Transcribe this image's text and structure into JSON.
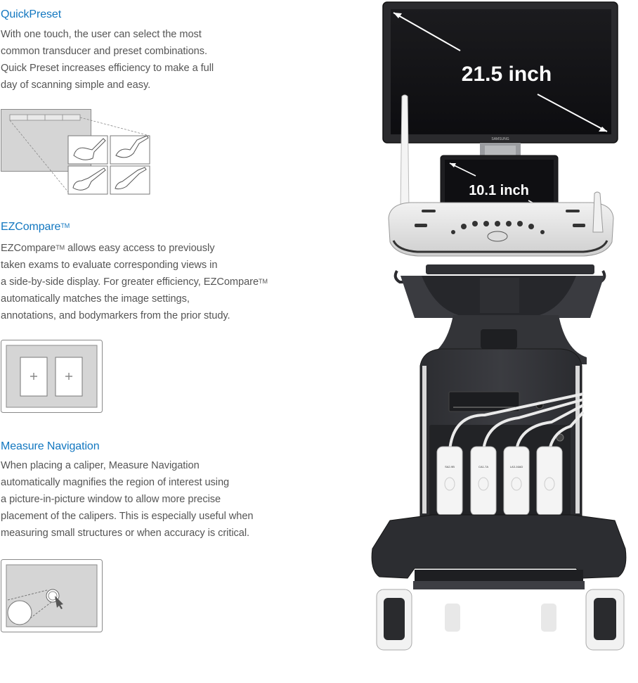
{
  "quickpreset": {
    "title": "QuickPreset",
    "lines": [
      "With one touch, the user can select the most",
      "common transducer and preset combinations.",
      "Quick Preset increases efficiency to make a full",
      "day of scanning simple and easy."
    ]
  },
  "ezcompare": {
    "title": "EZCompare",
    "title_sup": "TM",
    "lines": [
      [
        "EZCompare",
        "TM",
        " allows easy access to previously"
      ],
      [
        "taken exams to evaluate corresponding views in"
      ],
      [
        "a side-by-side display. For greater efficiency, EZCompare",
        "TM",
        ""
      ],
      [
        "automatically matches the image settings,"
      ],
      [
        "annotations, and bodymarkers from the prior study."
      ]
    ]
  },
  "measure": {
    "title": "Measure Navigation",
    "lines": [
      "When placing a caliper, Measure Navigation",
      "automatically magnifies the region of interest using",
      "a picture-in-picture window to allow more precise",
      "placement of the calipers. This is especially useful when",
      "measuring small structures or when accuracy is critical."
    ]
  },
  "product": {
    "main_screen_size": "21.5 inch",
    "touch_screen_size": "10.1 inch",
    "brand": "SAMSUNG",
    "probe_labels": [
      "SA2-9B",
      "CA1-7A",
      "LA3-16AD",
      ""
    ]
  }
}
